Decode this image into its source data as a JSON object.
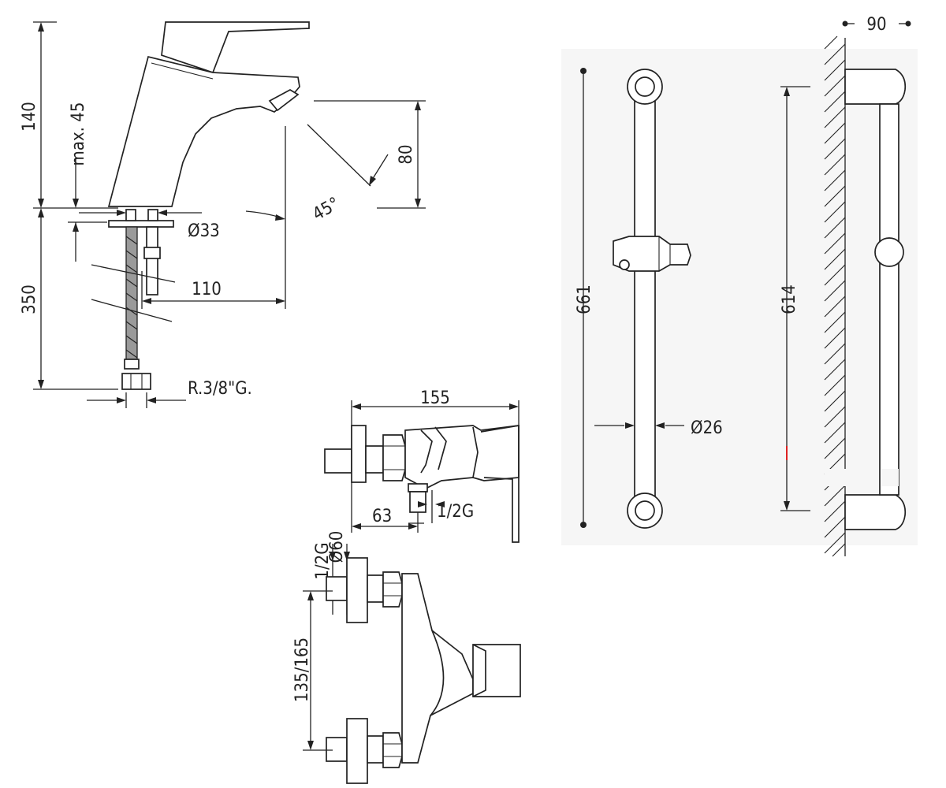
{
  "faucet": {
    "dim_height": "140",
    "dim_max": "max. 45",
    "dim_diameter": "Ø33",
    "dim_spout": "110",
    "dim_hose": "350",
    "dim_thread": "R.3/8\"G.",
    "dim_jet_height": "80",
    "dim_angle": "45°"
  },
  "mixer": {
    "dim_width": "155",
    "dim_offset": "63",
    "dim_thread_side": "1/2G",
    "dim_thread_front": "1/2G",
    "dim_rosette": "Ø60",
    "dim_centers": "135/165"
  },
  "shower_rail": {
    "dim_length": "661",
    "dim_bar_diameter": "Ø26",
    "dim_fixing": "614",
    "dim_wall_distance": "90"
  }
}
